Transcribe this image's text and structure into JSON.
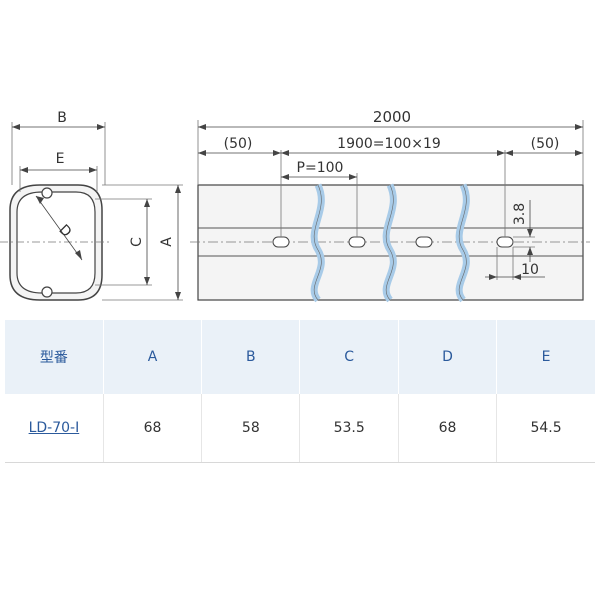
{
  "drawing": {
    "section_labels": {
      "b": "B",
      "e": "E",
      "d": "D",
      "c": "C",
      "a": "A"
    },
    "length_label": "2000",
    "end_left_label": "(50)",
    "pitch_total_label": "1900=100×19",
    "end_right_label": "(50)",
    "pitch_label": "P=100",
    "slot_height_label": "3.8",
    "slot_width_label": "10"
  },
  "table": {
    "headers": [
      "型番",
      "A",
      "B",
      "C",
      "D",
      "E"
    ],
    "rows": [
      {
        "model": "LD-70-I",
        "a": "68",
        "b": "58",
        "c": "53.5",
        "d": "68",
        "e": "54.5"
      }
    ]
  },
  "colors": {
    "header_bg": "#eaf1f8",
    "header_text": "#2b5a9c",
    "break_line": "#a8cbe8",
    "link": "#2b5a9c"
  }
}
